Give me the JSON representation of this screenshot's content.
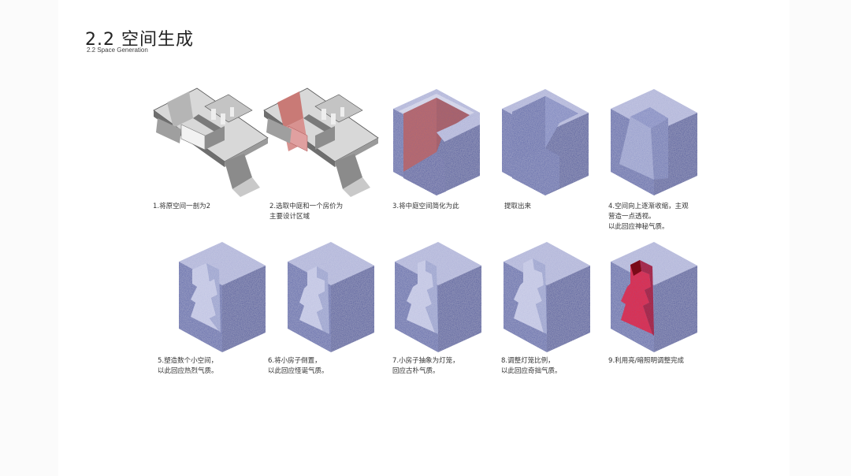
{
  "header": {
    "title": "2.2  空间生成",
    "subtitle": "2.2 Space Generation"
  },
  "colors": {
    "block_top": "#a7acd6",
    "block_left": "#4d5aa6",
    "block_right": "#3a4796",
    "inner": "#c9cbe4",
    "terracotta": "#c26d66",
    "red_light": "#e8283c",
    "model_gray": "#8a8a8a"
  },
  "steps": [
    {
      "caption": [
        "1.将原空间一剖为2"
      ],
      "icon": "sectioned-model-icon"
    },
    {
      "caption": [
        "2.选取中庭和一个房价为",
        "主要设计区域"
      ],
      "icon": "highlighted-model-icon"
    },
    {
      "caption": [
        "3.将中庭空间简化为此"
      ],
      "icon": "simplified-cube-icon"
    },
    {
      "caption": [
        "提取出来"
      ],
      "icon": "extracted-cube-icon"
    },
    {
      "caption": [
        "4.空间向上逐渐收缩，主观",
        "营造一点透视。",
        "以此回应神秘气质。"
      ],
      "icon": "tapered-cube-icon"
    },
    {
      "caption": [
        "5.塑造数个小空间，",
        "以此回应热烈气质。"
      ],
      "icon": "carved-cube-icon"
    },
    {
      "caption": [
        "6.将小房子倒置，",
        "以此回应怪诞气质。"
      ],
      "icon": "inverted-house-cube-icon"
    },
    {
      "caption": [
        "7.小房子抽象为灯笼，",
        "回应古朴气质。"
      ],
      "icon": "lantern-cube-icon"
    },
    {
      "caption": [
        "8.调整灯笼比例，",
        "以此回应奇拙气质。"
      ],
      "icon": "scaled-lantern-cube-icon"
    },
    {
      "caption": [
        "9.利用亮/暗照明调整完成"
      ],
      "icon": "lit-cube-icon"
    }
  ]
}
